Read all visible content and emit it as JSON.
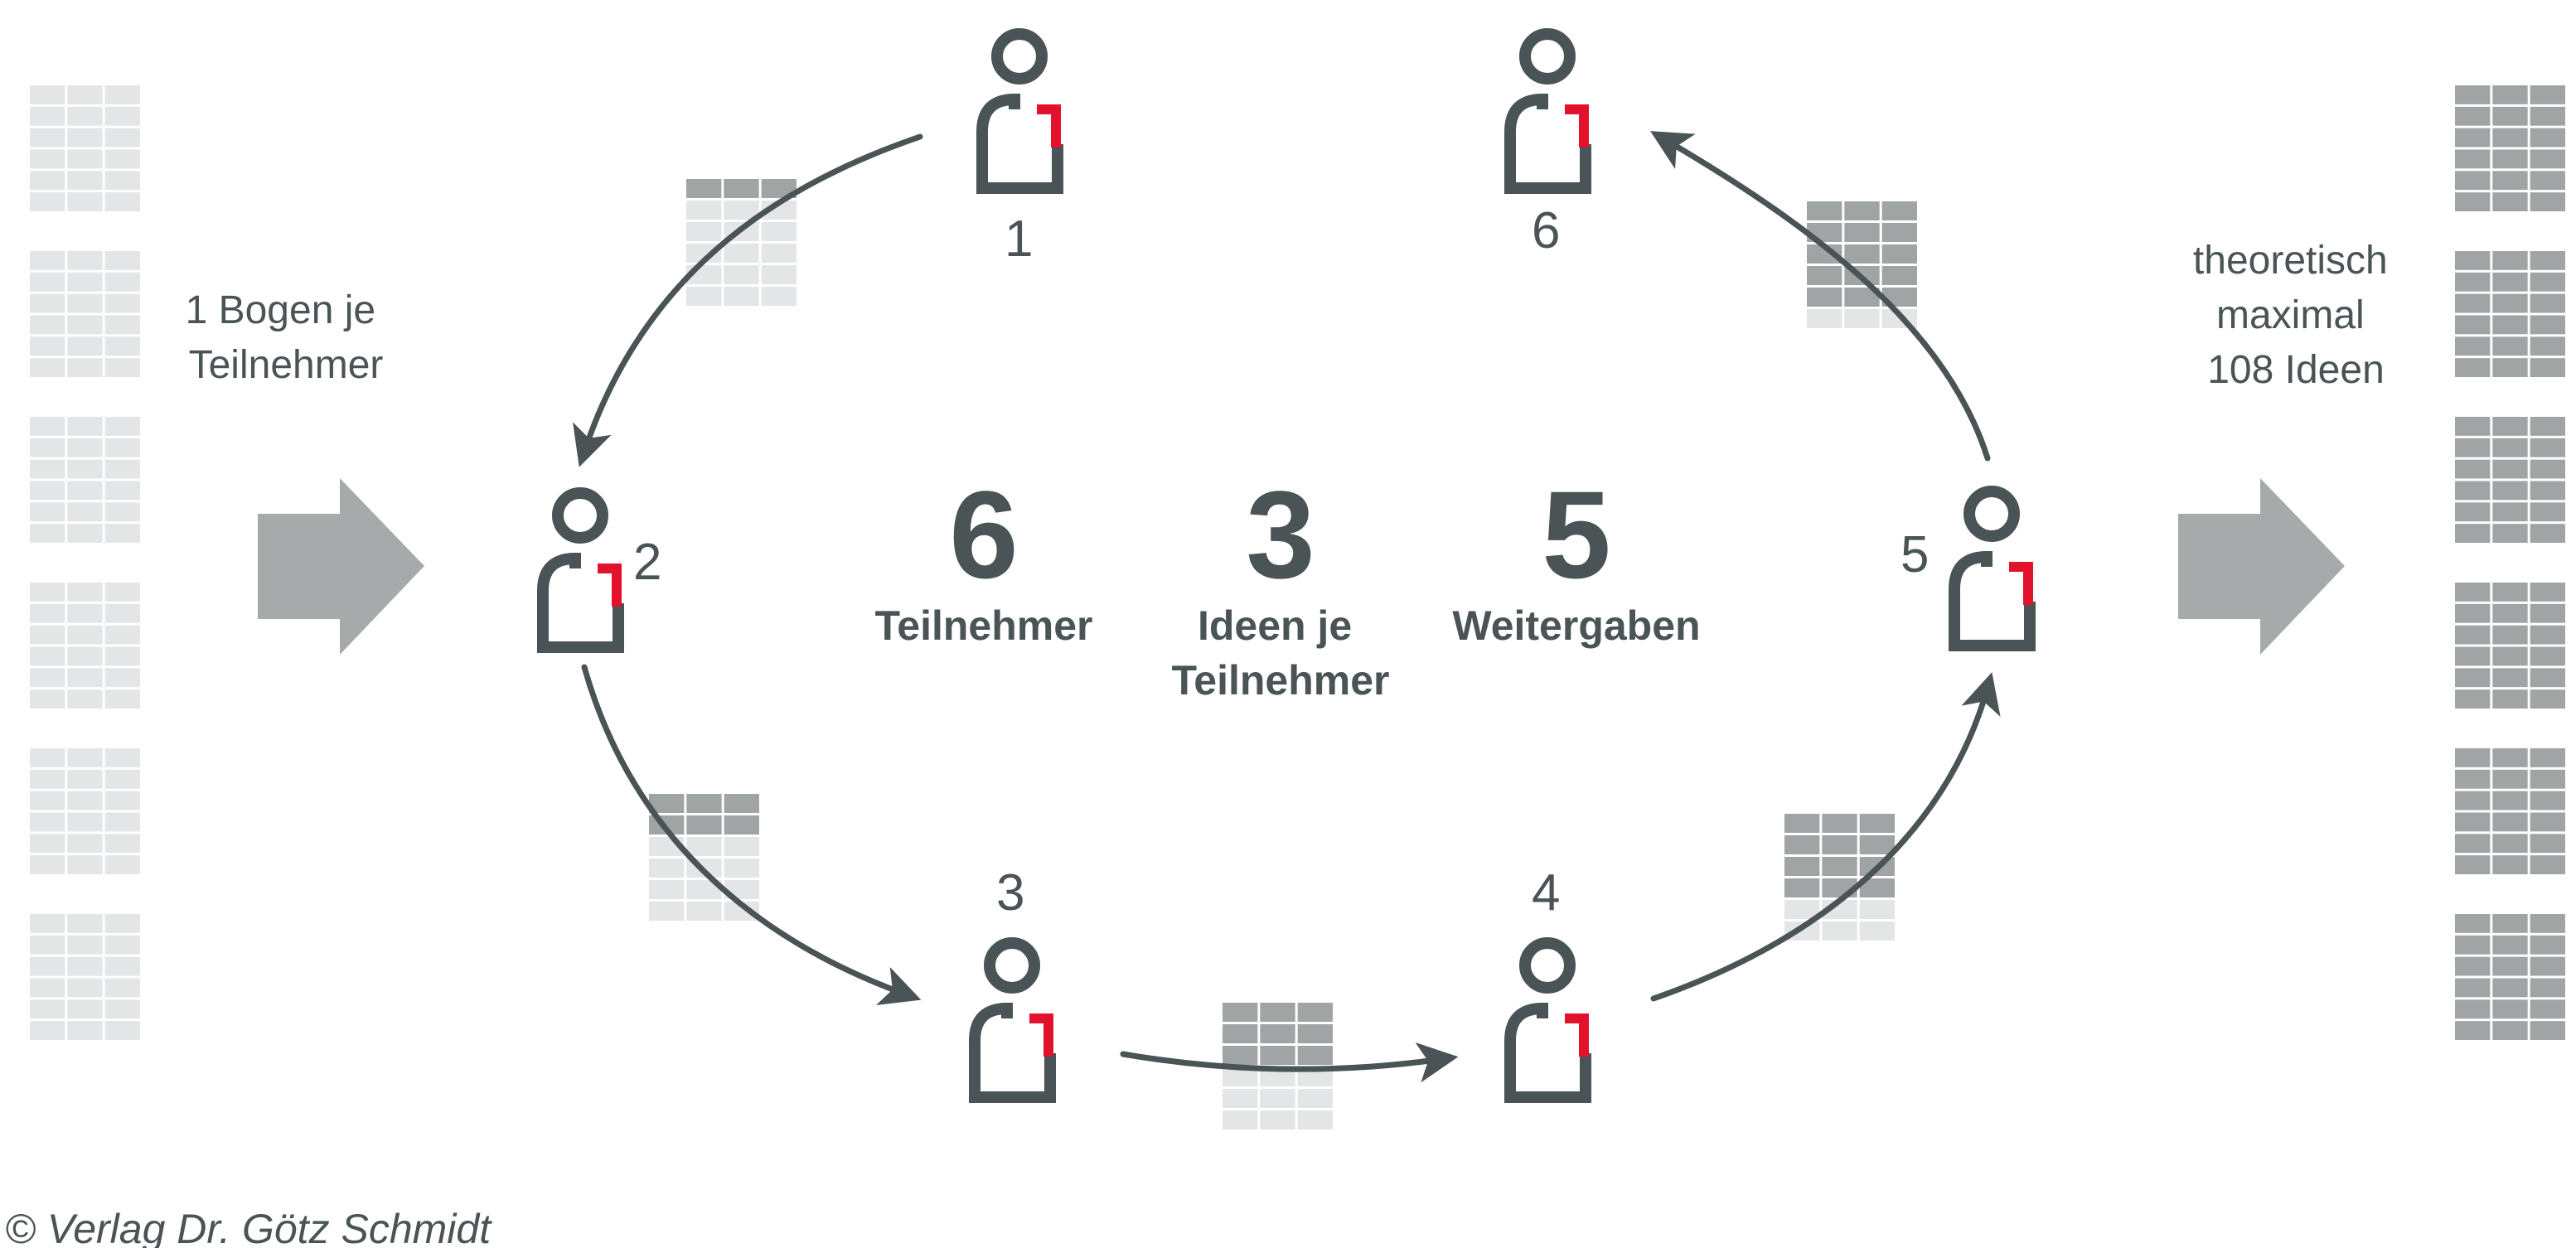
{
  "input_label": [
    "1 Bogen je",
    "Teilnehmer"
  ],
  "output_label": [
    "theoretisch",
    "maximal",
    "108 Ideen"
  ],
  "participants": [
    {
      "number": "1"
    },
    {
      "number": "2"
    },
    {
      "number": "3"
    },
    {
      "number": "4"
    },
    {
      "number": "5"
    },
    {
      "number": "6"
    }
  ],
  "stats": [
    {
      "value": "6",
      "label": [
        "Teilnehmer"
      ]
    },
    {
      "value": "3",
      "label": [
        "Ideen je",
        "Teilnehmer"
      ]
    },
    {
      "value": "5",
      "label": [
        "Weitergaben"
      ]
    }
  ],
  "credit": "© Verlag Dr. Götz Schmidt",
  "colors": {
    "person": "#4a5355",
    "accent": "#e2122c",
    "sheet_light": "#e3e5e6",
    "sheet_dark": "#a0a4a5",
    "arrow_block": "#a6aaab",
    "arrow_line": "#4a5355"
  }
}
